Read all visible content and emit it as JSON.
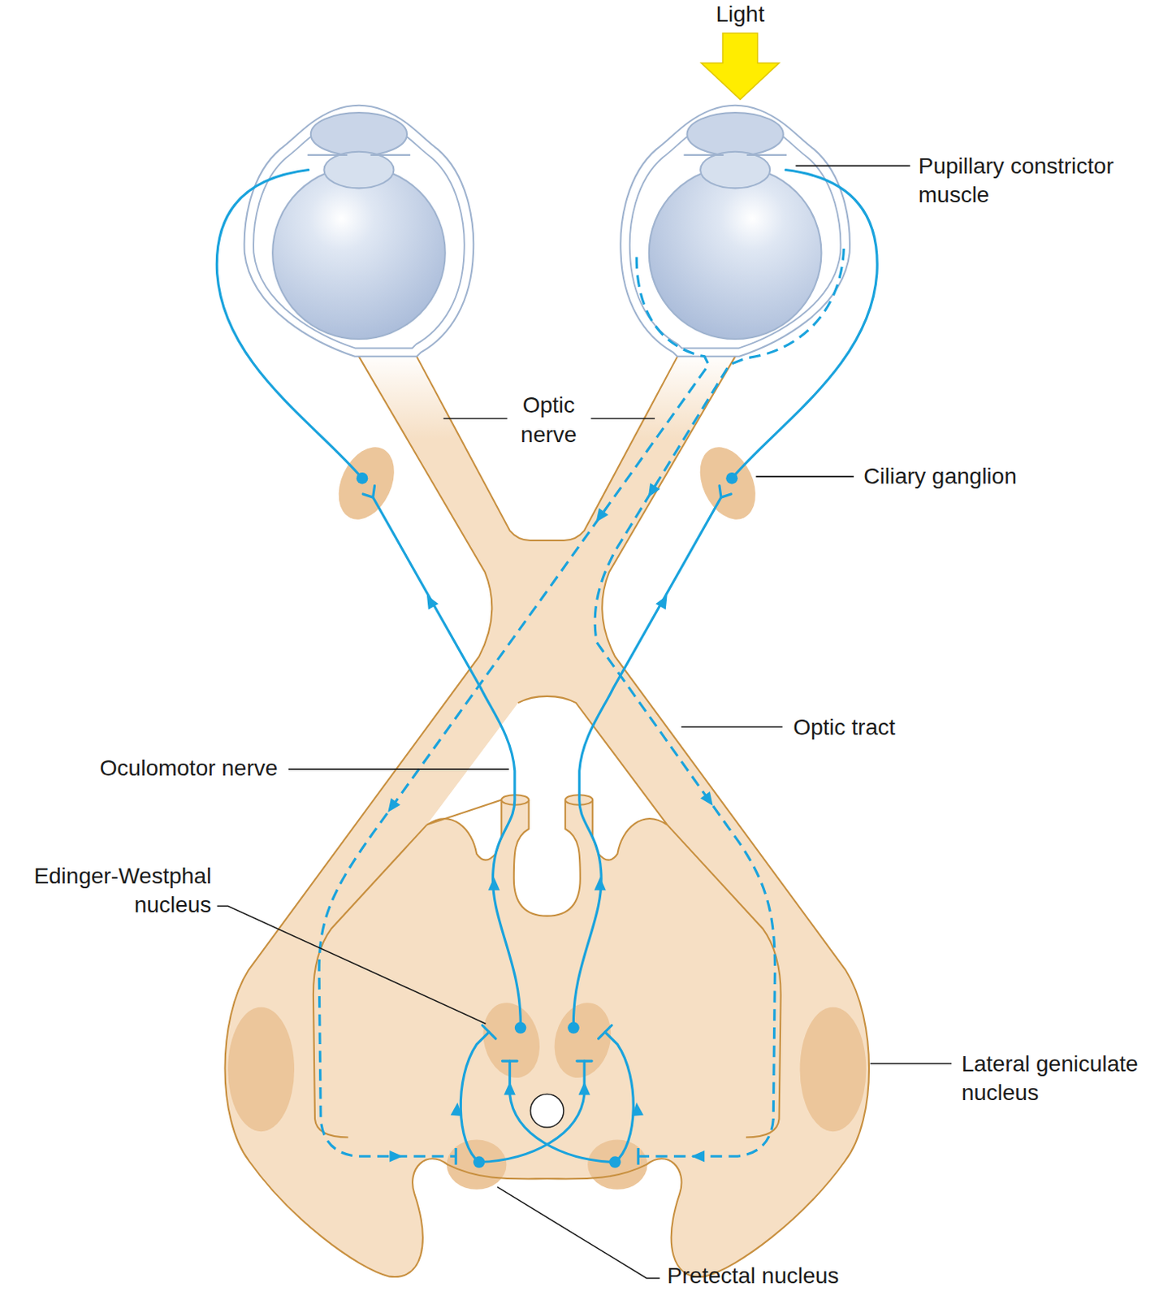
{
  "diagram": {
    "labels": [
      "Light",
      "Pupillary constrictor muscle",
      "Optic nerve",
      "Ciliary ganglion",
      "Optic tract",
      "Oculomotor nerve",
      "Edinger-Westphal nucleus",
      "Lateral geniculate nucleus",
      "Pretectal nucleus"
    ]
  }
}
